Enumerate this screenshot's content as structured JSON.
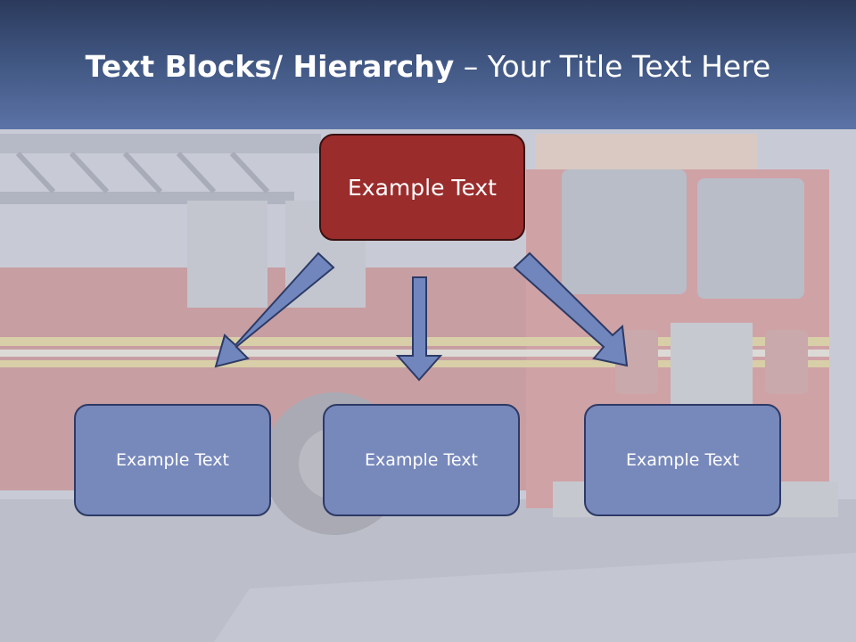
{
  "title": {
    "bold_part": "Text Blocks/ Hierarchy",
    "rest_part": " – Your Title Text Here"
  },
  "hierarchy": {
    "top_label": "Example Text",
    "children": [
      {
        "label": "Example Text"
      },
      {
        "label": "Example Text"
      },
      {
        "label": "Example Text"
      }
    ]
  },
  "colors": {
    "title_bar_top": "#2b3a5c",
    "title_bar_bottom": "#5b73a6",
    "top_box": "#9a2c2c",
    "child_box": "#7788bb",
    "arrow": "#7086bd"
  }
}
